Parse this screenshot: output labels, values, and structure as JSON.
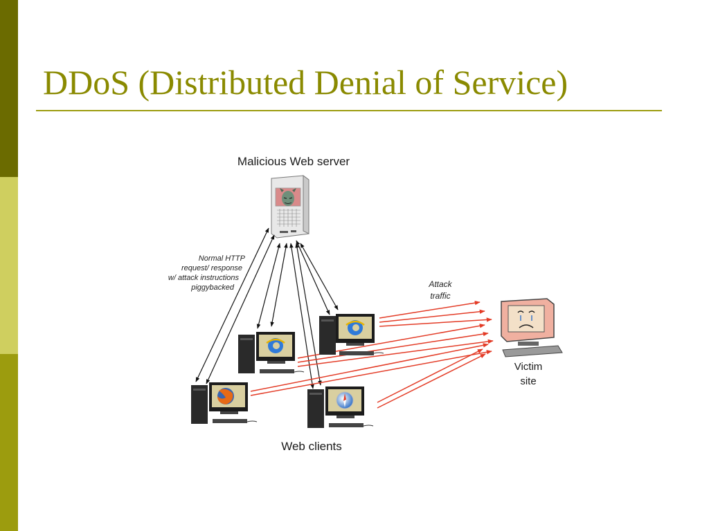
{
  "slide": {
    "title": "DDoS (Distributed Denial of Service)",
    "colors": {
      "title": "#8a8a00",
      "rule": "#9c9c0e",
      "sidebar_dark": "#6b6b00",
      "sidebar_light": "#cfcf5f",
      "sidebar_mid": "#9c9c0e",
      "attack_arrow": "#e33b26",
      "http_arrow": "#111111"
    }
  },
  "diagram": {
    "server_label": "Malicious Web server",
    "http_label": [
      "Normal HTTP",
      "request/ response",
      "w/ attack instructions",
      "piggybacked"
    ],
    "attack_label": [
      "Attack",
      "traffic"
    ],
    "victim_label": [
      "Victim",
      "site"
    ],
    "clients_label": "Web clients",
    "clients": [
      {
        "name": "web-client-ie-top",
        "browser_icon": "internet-explorer-icon"
      },
      {
        "name": "web-client-ie-left",
        "browser_icon": "internet-explorer-icon"
      },
      {
        "name": "web-client-firefox",
        "browser_icon": "firefox-icon"
      },
      {
        "name": "web-client-safari",
        "browser_icon": "safari-icon"
      }
    ]
  }
}
